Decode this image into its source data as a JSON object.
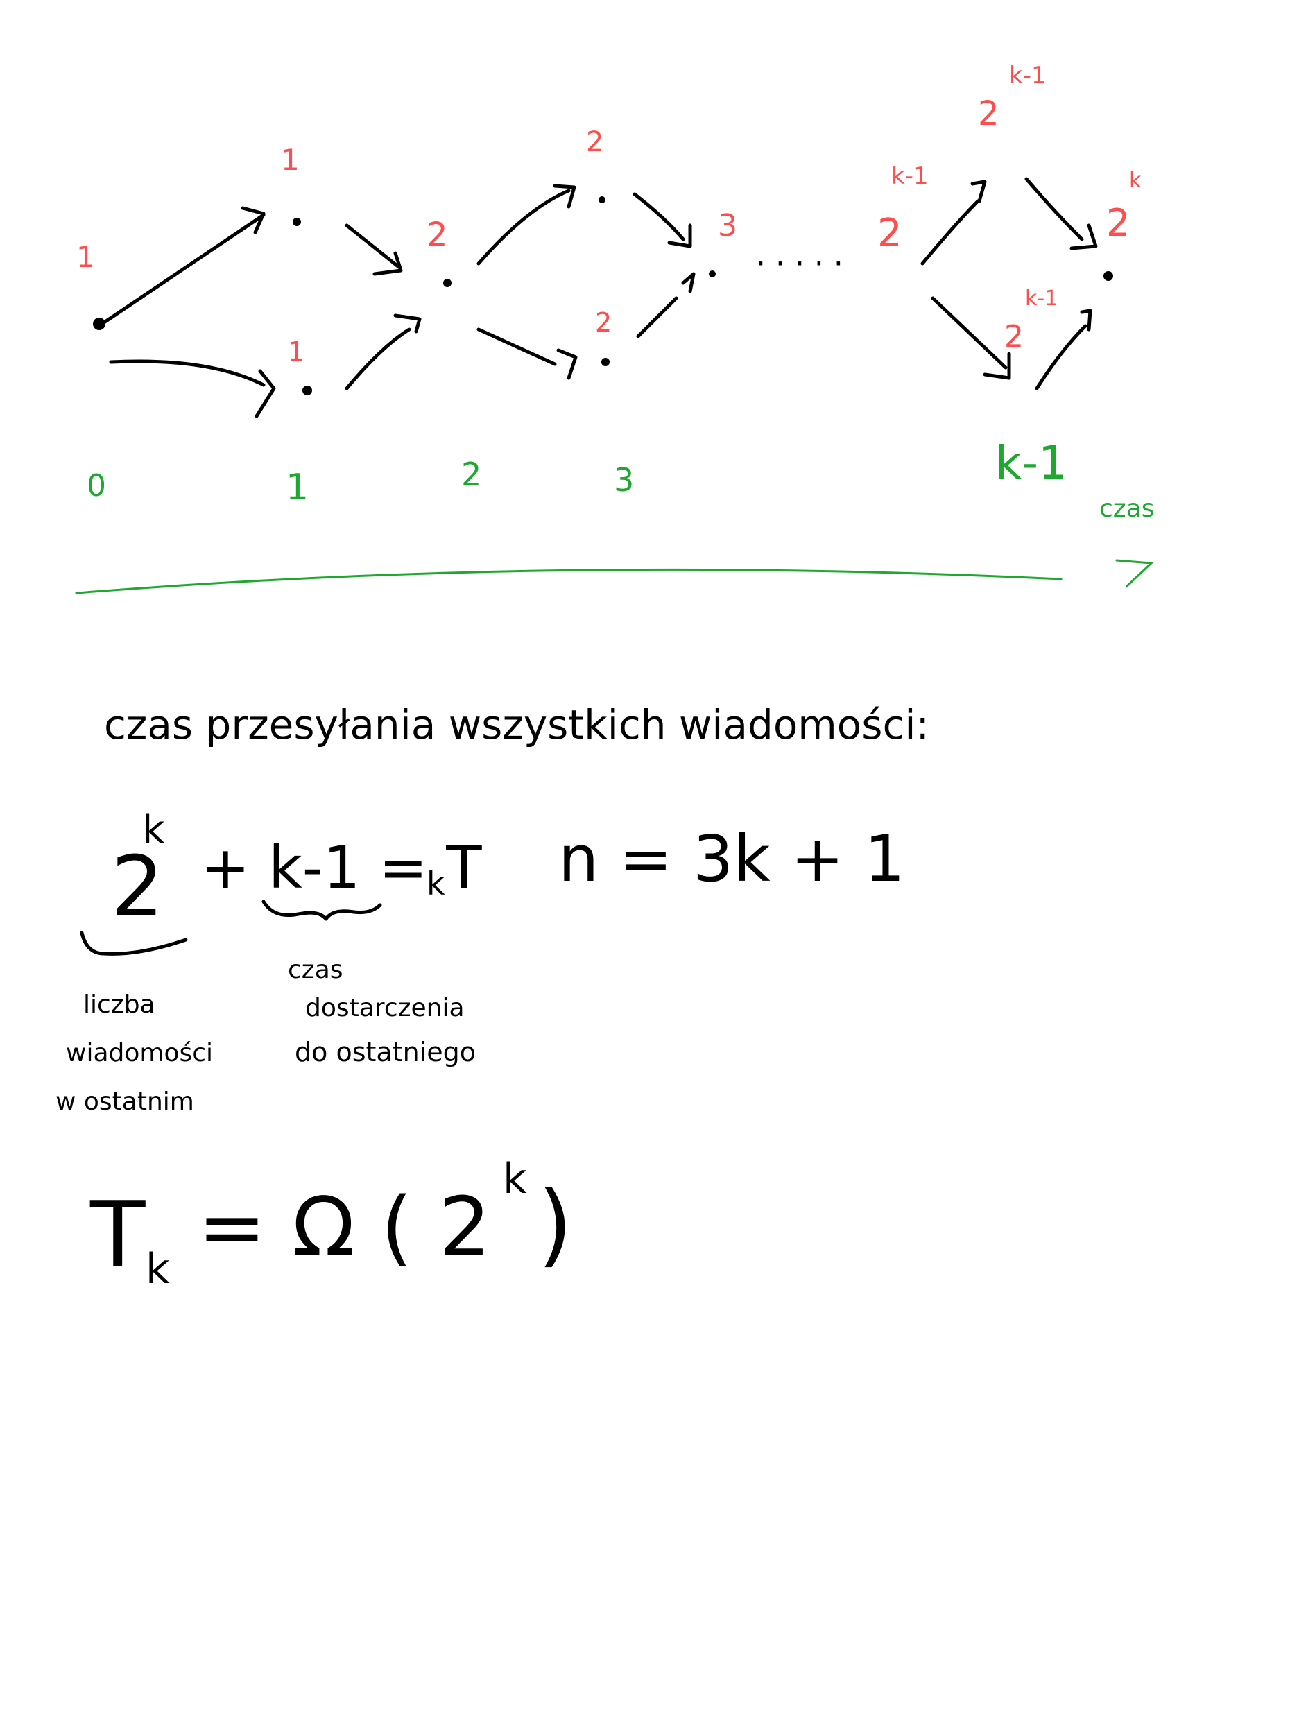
{
  "diagram": {
    "node_labels": [
      "1",
      "1",
      "1",
      "2",
      "2",
      "2",
      "3",
      "2",
      "k-1",
      "2",
      "k-1",
      "2",
      "k",
      "2",
      "k-1"
    ],
    "step_labels": [
      "0",
      "1",
      "2",
      "3",
      "k-1"
    ],
    "time_axis_label": "czas",
    "ellipsis": "· · · · ·"
  },
  "notes": {
    "caption": "czas przesyłania wszystkich wiadomości:",
    "equation_parts": {
      "base": "2",
      "exp": "k",
      "rest": "+ k-1 = T",
      "sub": "k"
    },
    "n_equation": "n = 3k + 1",
    "brace1_label": [
      "liczba",
      "wiadomości",
      "w ostatnim"
    ],
    "brace2_label": [
      "czas",
      "dostarczenia",
      "do ostatniego"
    ],
    "result_parts": {
      "lhs": "T",
      "lhs_sub": "k",
      "rhs": "= Ω ( 2",
      "rhs_exp": "k",
      "close": ")"
    }
  }
}
